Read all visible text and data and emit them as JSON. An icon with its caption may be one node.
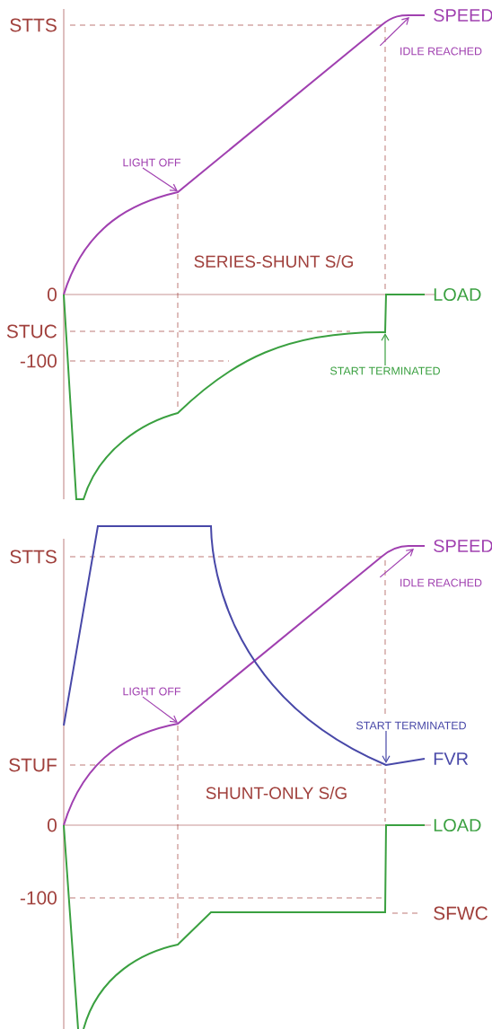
{
  "diagram": {
    "nodes": [
      {
        "text": [
          "LIGHT OFF"
        ]
      },
      {
        "text": [
          "IDLE REACHED"
        ]
      },
      {
        "text": [
          "START TERMINATED"
        ]
      },
      {
        "text": [
          "LIGHT OFF"
        ]
      },
      {
        "text": [
          "IDLE REACHED"
        ]
      },
      {
        "text": [
          "START TERMINATED"
        ]
      }
    ],
    "edges": [
      {
        "from": 0,
        "to": null,
        "arrow": "to"
      },
      {
        "from": 1,
        "to": null,
        "arrow": "to"
      },
      {
        "from": 2,
        "to": null,
        "arrow": "to",
        "color": "#3aa040"
      },
      {
        "from": 3,
        "to": null,
        "arrow": "to"
      },
      {
        "from": 4,
        "to": null,
        "arrow": "to"
      },
      {
        "from": 5,
        "to": null,
        "arrow": "to",
        "color": "#4848a8"
      }
    ],
    "labels": [
      "STTS",
      "SPEED",
      "SERIES-SHUNT S/G",
      "0",
      "LOAD",
      "STUC",
      "-100",
      "STTS",
      "SPEED",
      "FVR",
      "STUF",
      "SHUNT-ONLY S/G",
      "0",
      "LOAD",
      "-100",
      "SFWC"
    ]
  }
}
